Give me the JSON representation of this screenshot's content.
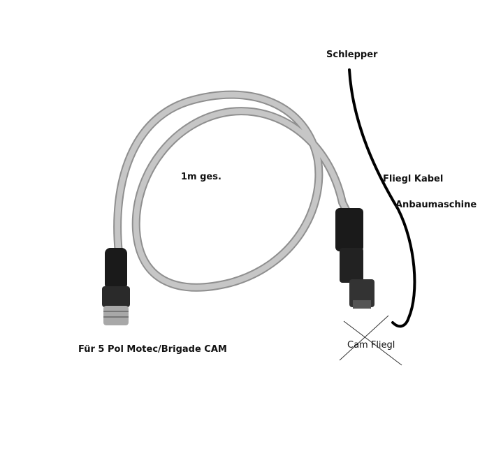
{
  "labels": {
    "schlepper": "Schlepper",
    "length": "1m ges.",
    "fliegl_kabel": "Fliegl Kabel",
    "anbaumaschine": "Anbaumaschine",
    "cam_fliegl": "Cam Fliegl",
    "fuer_pol": "Für 5 Pol Motec/Brigade CAM"
  },
  "colors": {
    "cable_gray": "#b9b9b9",
    "cable_shadow": "#8f8f8f",
    "connector_black": "#1a1a1a",
    "metal": "#a8a8a8",
    "drawn_line": "#000000",
    "cross_line": "#333333"
  }
}
